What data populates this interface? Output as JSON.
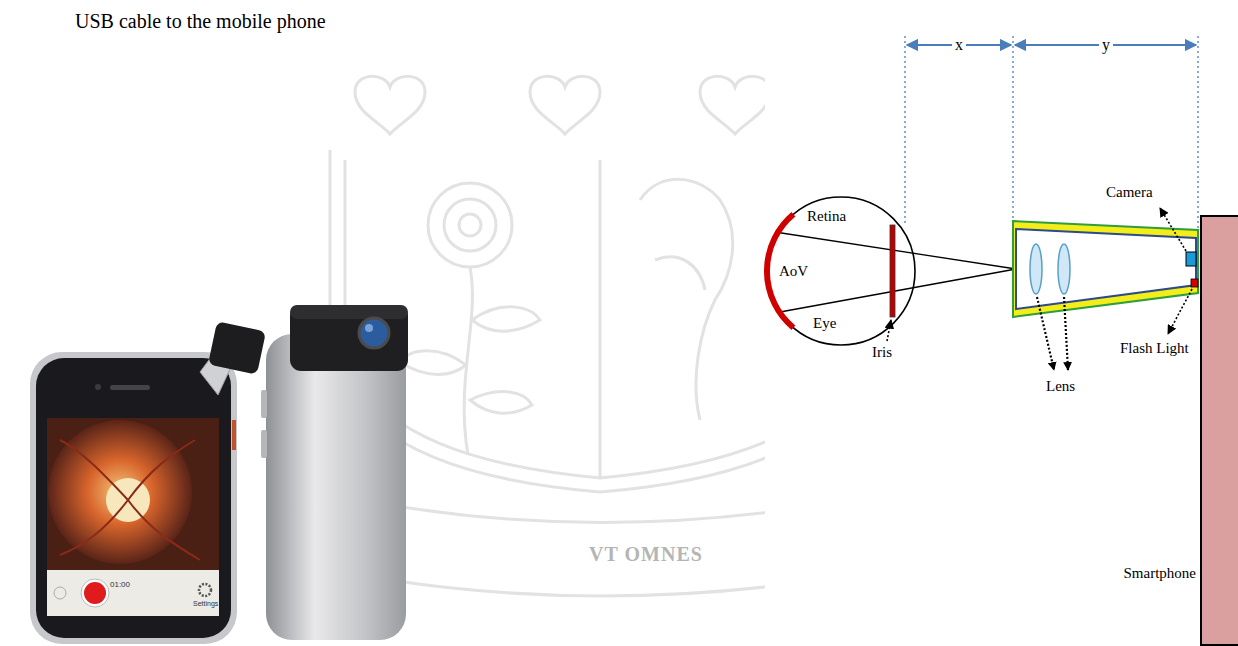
{
  "diagram": {
    "nodes": [
      {
        "text": [
          "Retina",
          "AoV",
          "Eye"
        ]
      },
      {
        "text": [
          "Smartphone"
        ]
      }
    ],
    "labels": [
      "USB cable to the mobile phone",
      "VT OMNES",
      "x",
      "y",
      "Camera",
      "Flash Light",
      "Lens",
      "Iris",
      "01:00",
      "Settings"
    ]
  }
}
